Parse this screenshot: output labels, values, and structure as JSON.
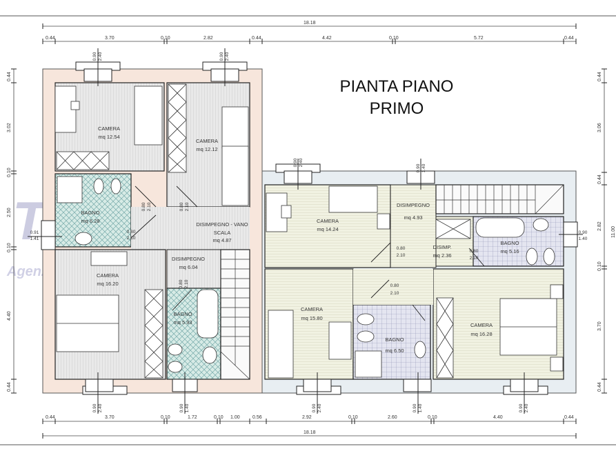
{
  "title": {
    "line1": "PIANTA PIANO",
    "line2": "PRIMO"
  },
  "watermark": {
    "brand": "TORRESAN",
    "subtitle": "Agenzia Immobiliare Padova"
  },
  "colors": {
    "left_unit_wall": "#f7e6dc",
    "right_unit_wall": "#e8eef2",
    "left_room_floor": "#e4e4e4",
    "right_room_floor": "#eef0dd",
    "bathroom_left": "#cfe6e0",
    "bathroom_right": "#d9dae8",
    "line": "#222222",
    "dimension_line": "#555555"
  },
  "dimensions": {
    "top_total": "18.18",
    "top_segments": [
      "0.44",
      "3.70",
      "0.10",
      "2.82",
      "0.44",
      "4.42",
      "0.10",
      "5.72",
      "0.44"
    ],
    "bottom_total": "18.18",
    "bottom_segments": [
      "0.44",
      "3.70",
      "0.10",
      "1.72",
      "0.10",
      "1.00",
      "0.56",
      "2.92",
      "0.10",
      "2.60",
      "0.10",
      "4.40",
      "0.44"
    ],
    "left_segments": [
      "0.44",
      "3.02",
      "0.10",
      "2.50",
      "0.10",
      "4.40",
      "0.44"
    ],
    "right_segments": [
      "0.44",
      "3.06",
      "0.44",
      "2.82",
      "0.10",
      "3.70",
      "0.44"
    ],
    "right_total": "11.00"
  },
  "rooms": [
    {
      "name": "CAMERA",
      "area": "mq 12.54"
    },
    {
      "name": "CAMERA",
      "area": "mq 12.12"
    },
    {
      "name": "BAGNO",
      "area": "mq 6.28"
    },
    {
      "name": "DISIMPEGNO - VANO",
      "name2": "SCALA",
      "area": "mq 4.87"
    },
    {
      "name": "DISIMPEGNO",
      "area": "mq 6.04"
    },
    {
      "name": "CAMERA",
      "area": "mq 16.20"
    },
    {
      "name": "BAGNO",
      "area": "mq 5.93"
    },
    {
      "name": "CAMERA",
      "area": "mq 14.24"
    },
    {
      "name": "DISIMPEGNO",
      "area": "mq 4.93"
    },
    {
      "name": "DISIMP.",
      "area": "mq 2.36"
    },
    {
      "name": "BAGNO",
      "area": "mq 5.16"
    },
    {
      "name": "CAMERA",
      "area": "mq 15.80"
    },
    {
      "name": "BAGNO",
      "area": "mq 6.50"
    },
    {
      "name": "CAMERA",
      "area": "mq 16.28"
    }
  ],
  "openings": {
    "door_width": "0.80",
    "door_height": "2.10",
    "window_width": "0.90",
    "window_height": "2.40",
    "small_window_height": "1.40",
    "left_window_width": "0.91",
    "left_window_height": "1.41"
  }
}
